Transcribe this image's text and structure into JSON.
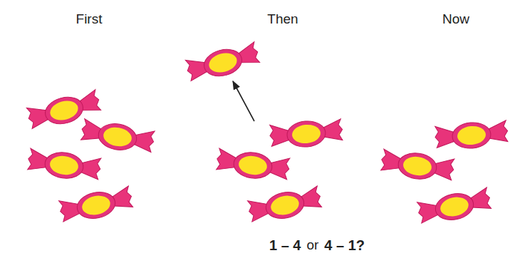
{
  "diagram": {
    "labels": [
      "First",
      "Then",
      "Now",
      "1 – 4",
      "or",
      "4 – 1?"
    ]
  }
}
